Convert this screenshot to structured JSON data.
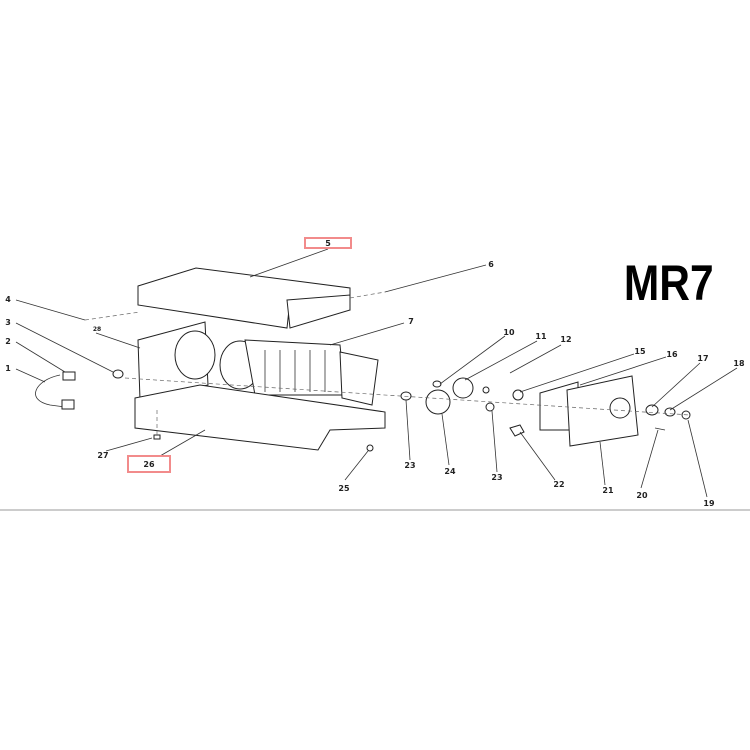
{
  "model": "MR7",
  "callouts": {
    "c1": "1",
    "c2": "2",
    "c3": "3",
    "c4": "4",
    "c5": "5",
    "c6": "6",
    "c7": "7",
    "c10": "10",
    "c11": "11",
    "c12": "12",
    "c15": "15",
    "c16": "16",
    "c17": "17",
    "c18": "18",
    "c19": "19",
    "c20": "20",
    "c21": "21",
    "c22": "22",
    "c23a": "23",
    "c23b": "23",
    "c24": "24",
    "c25": "25",
    "c26": "26",
    "c27": "27",
    "c28": "28"
  },
  "highlighted": [
    "5",
    "26"
  ],
  "highlight_color": "#f28b8b"
}
